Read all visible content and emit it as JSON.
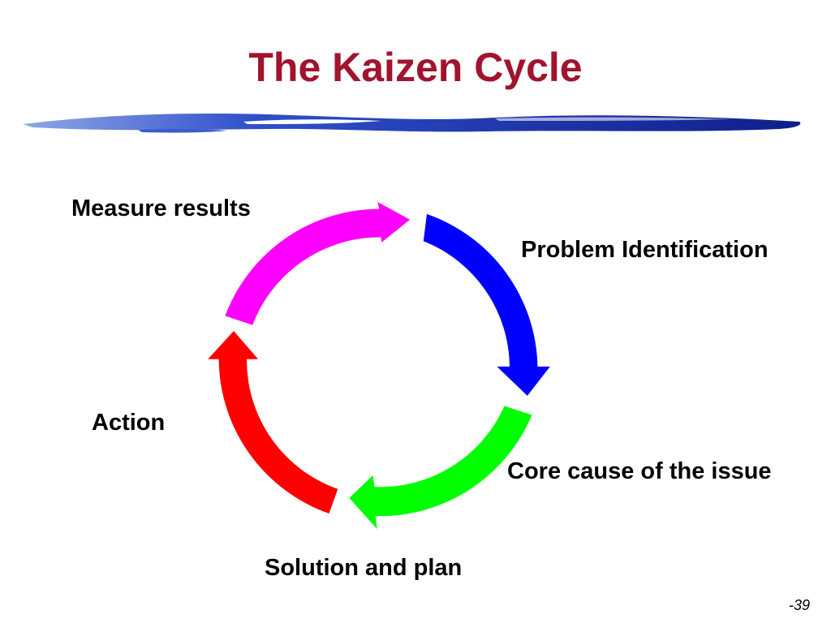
{
  "slide": {
    "title": "The Kaizen Cycle",
    "page_number": "-39"
  },
  "cycle": {
    "steps": [
      {
        "label": "Problem Identification",
        "color": "#0000FF"
      },
      {
        "label": "Core cause of the issue",
        "color": "#00FF00"
      },
      {
        "label": "Solution and plan",
        "color": "#FF0000"
      },
      {
        "label": "Action",
        "color": "#FF0000"
      },
      {
        "label": "Measure results",
        "color": "#FF00FF"
      }
    ]
  },
  "colors": {
    "title": "#A1132E",
    "brush_stroke": "#1A2E9E",
    "arrow_blue": "#0000FF",
    "arrow_green": "#00FF00",
    "arrow_red": "#FF0000",
    "arrow_magenta": "#FF00FF"
  }
}
